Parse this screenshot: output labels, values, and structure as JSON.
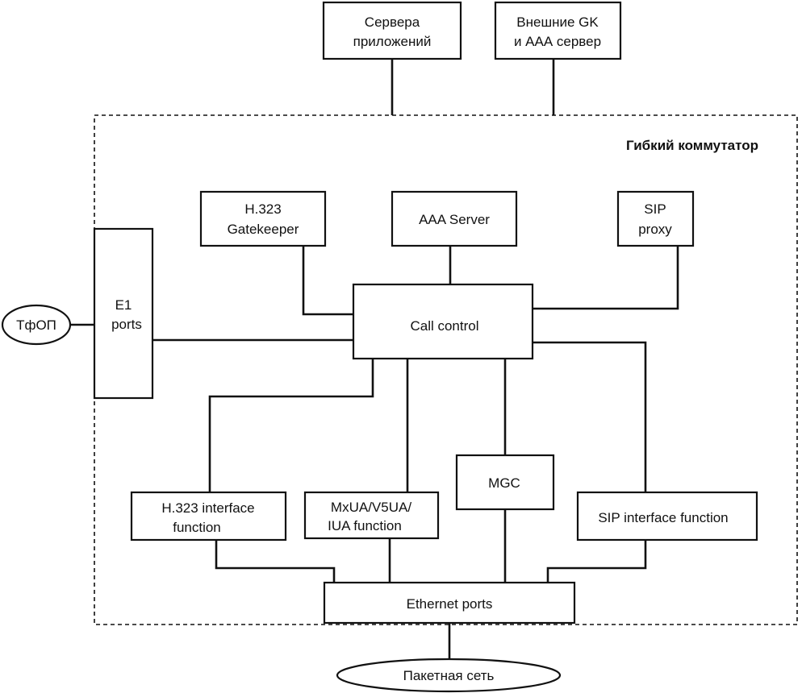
{
  "nodes": {
    "app_servers": [
      "Сервера",
      "приложений"
    ],
    "external_gk": [
      "Внешние GK",
      "и ААА сервер"
    ],
    "softswitch_title": "Гибкий коммутатор",
    "h323_gatekeeper": [
      "H.323",
      "Gatekeeper"
    ],
    "aaa_server": "AAA Server",
    "sip_proxy": [
      "SIP",
      "proxy"
    ],
    "e1_ports": [
      "E1",
      "ports"
    ],
    "pstn": "ТфОП",
    "call_control": "Call control",
    "h323_interface": [
      "H.323 interface",
      "function"
    ],
    "mxua": [
      "MxUA/V5UA/",
      "IUA function"
    ],
    "mgc": "MGC",
    "sip_interface": "SIP interface function",
    "ethernet_ports": "Ethernet ports",
    "packet_network": "Пакетная сеть"
  }
}
